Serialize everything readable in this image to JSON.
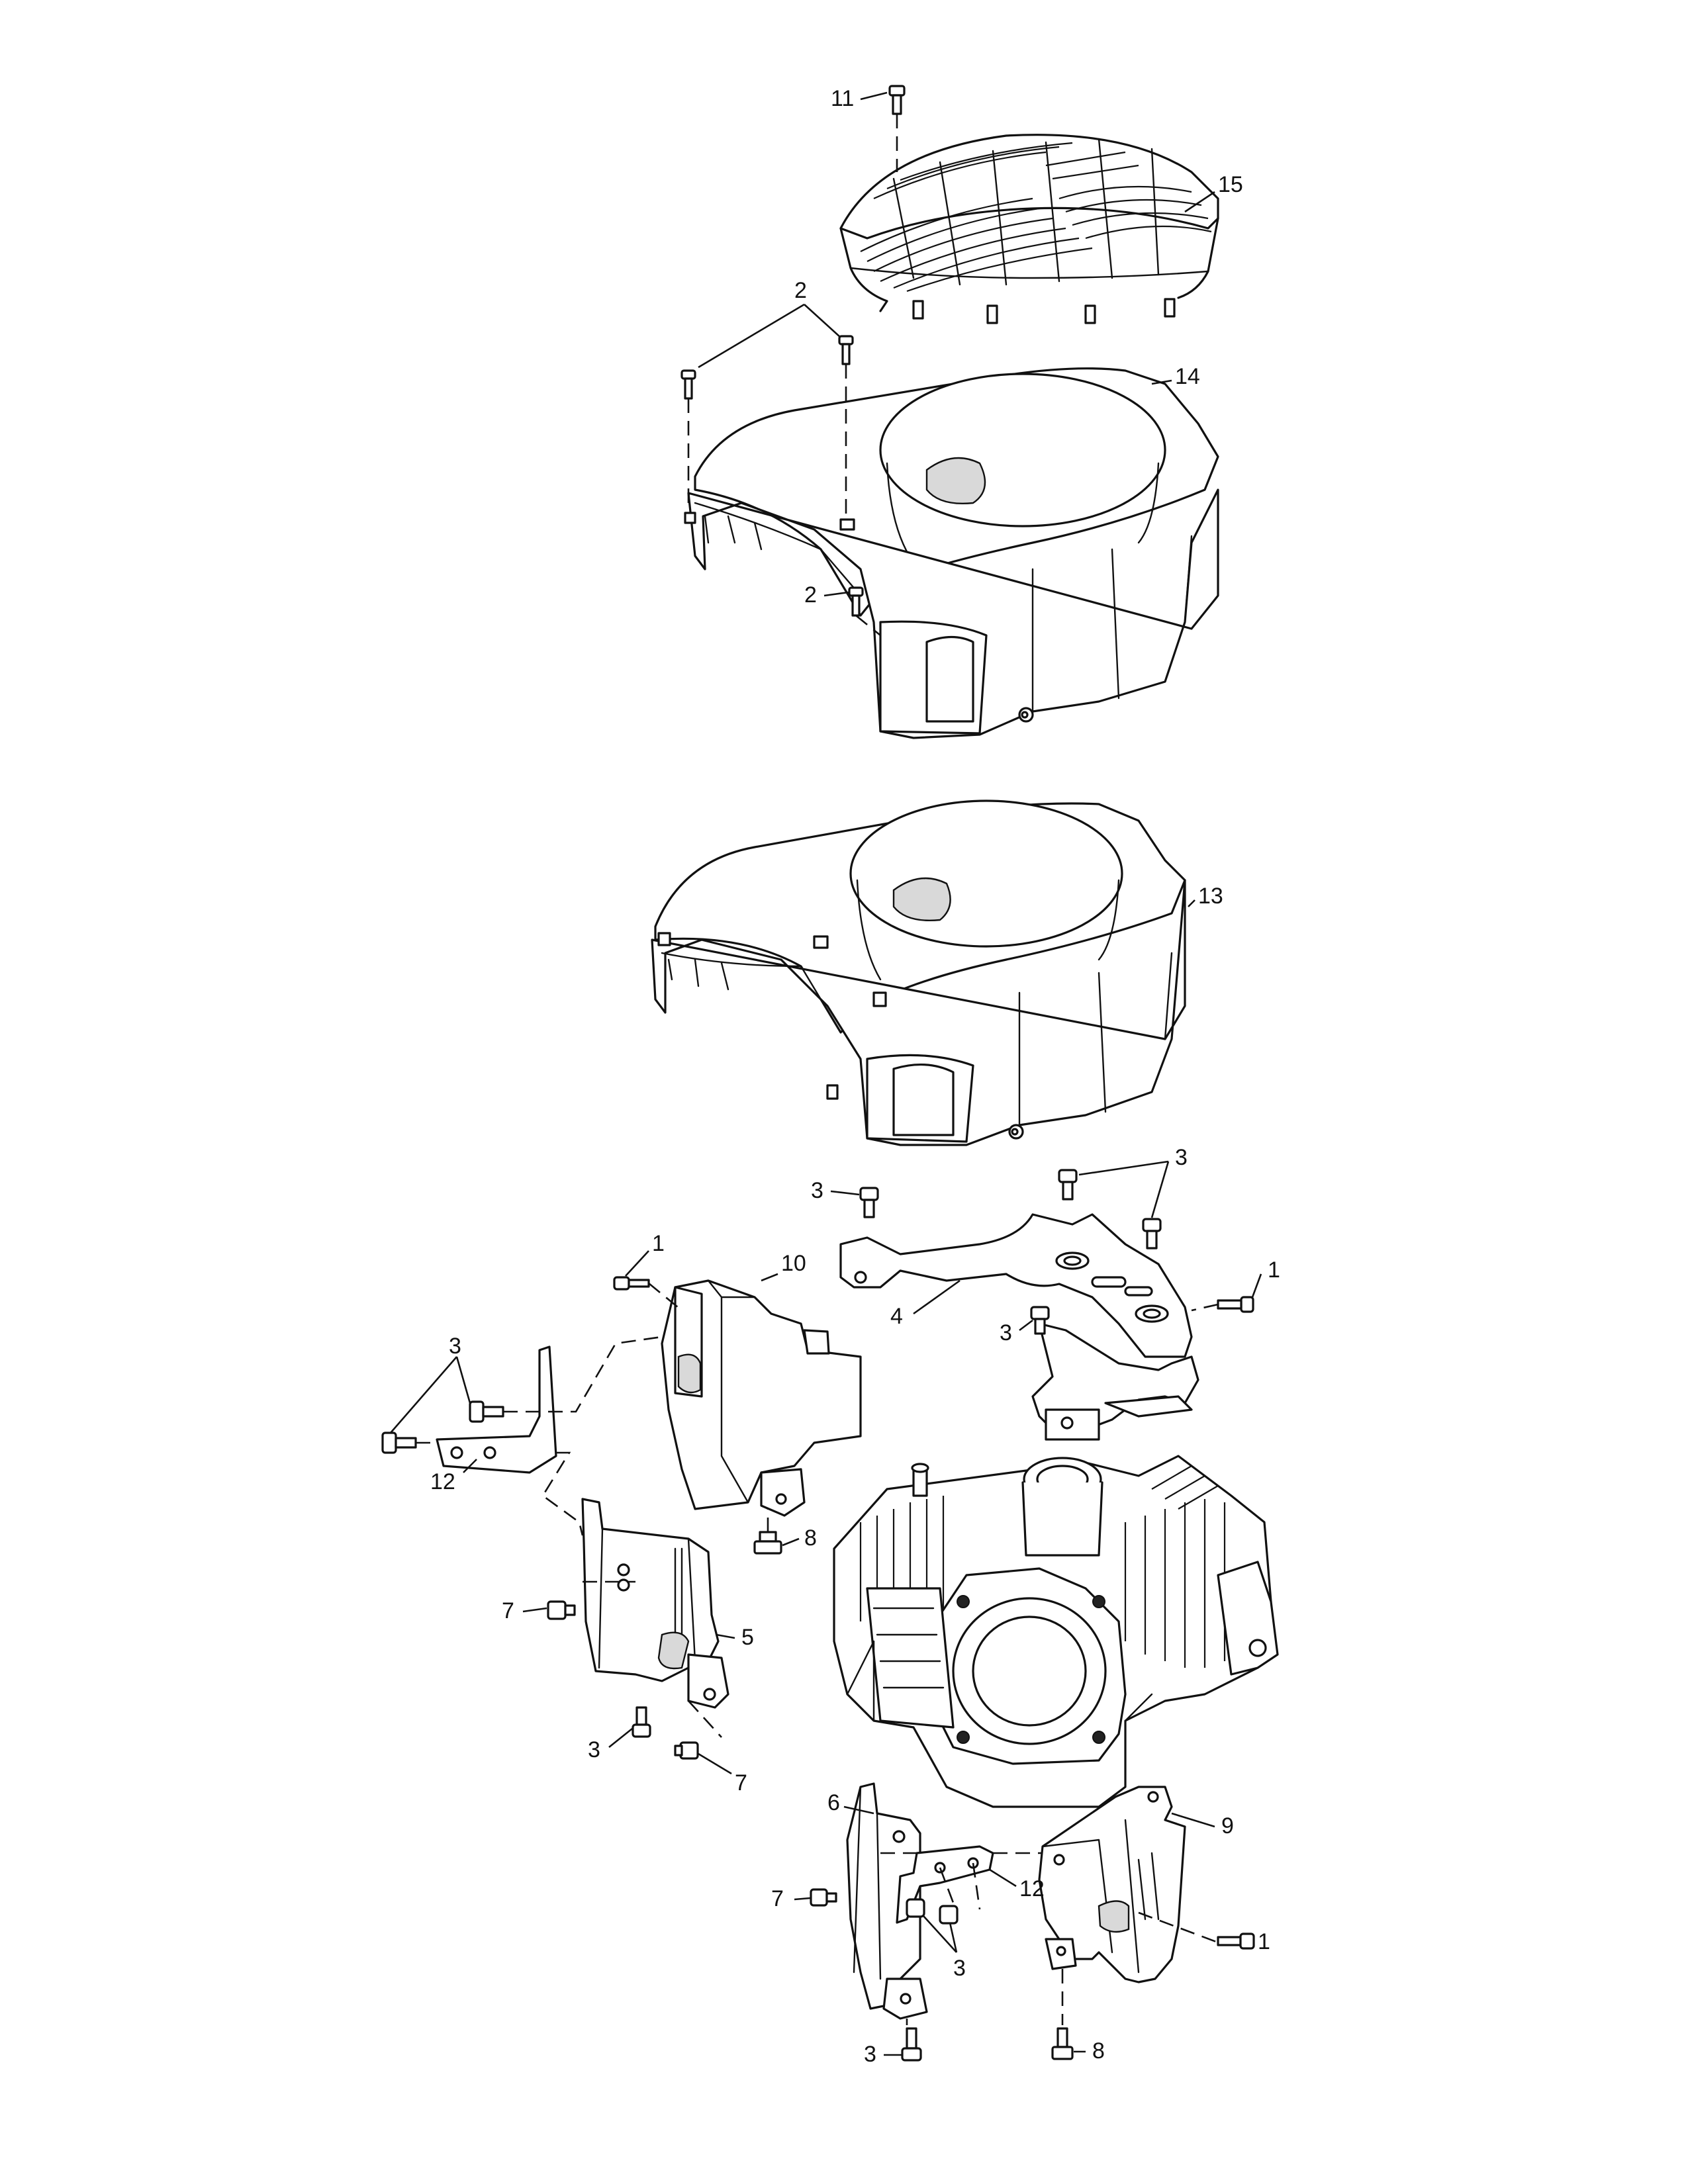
{
  "callouts": {
    "c11": "11",
    "c15": "15",
    "c2a": "2",
    "c14": "14",
    "c2b": "2",
    "c13": "13",
    "c3a": "3",
    "c3b": "3",
    "c1a": "1",
    "c10": "10",
    "c1b": "1",
    "c4": "4",
    "c3c": "3",
    "c3d": "3",
    "c12a": "12",
    "c8a": "8",
    "c7a": "7",
    "c5": "5",
    "c3e": "3",
    "c7b": "7",
    "c6": "6",
    "c9": "9",
    "c7c": "7",
    "c12b": "12",
    "c1c": "1",
    "c3f": "3",
    "c3g": "3",
    "c8b": "8"
  }
}
